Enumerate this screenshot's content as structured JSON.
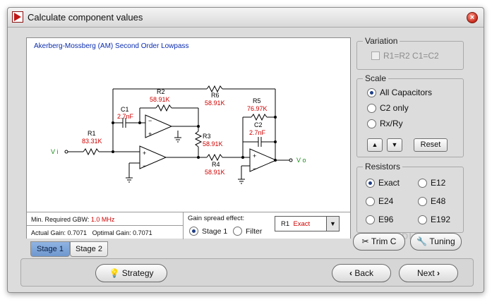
{
  "window": {
    "title": "Calculate component values"
  },
  "schematic": {
    "filter_title": "Akerberg-Mossberg (AM) Second Order Lowpass",
    "input_label": "V i",
    "output_label": "V o",
    "components": [
      {
        "name": "R1",
        "value": "83.31K"
      },
      {
        "name": "R2",
        "value": "58.91K"
      },
      {
        "name": "R6",
        "value": "58.91K"
      },
      {
        "name": "C1",
        "value": "2.7nF"
      },
      {
        "name": "R3",
        "value": "58.91K"
      },
      {
        "name": "R4",
        "value": "58.91K"
      },
      {
        "name": "R5",
        "value": "76.97K"
      },
      {
        "name": "C2",
        "value": "2.7nF"
      }
    ]
  },
  "info": {
    "min_gbw_label": "Min. Required GBW:",
    "min_gbw_value": "1.0 MHz",
    "actual_gain_label": "Actual Gain: 0.7071",
    "optimal_gain_label": "Optimal Gain: 0.7071"
  },
  "gain_spread": {
    "label": "Gain spread effect:",
    "options": [
      {
        "label": "Stage 1",
        "selected": true
      },
      {
        "label": "Filter",
        "selected": false
      }
    ]
  },
  "r1_select": {
    "name": "R1",
    "value": "Exact"
  },
  "stage_tabs": [
    {
      "label": "Stage 1",
      "active": true
    },
    {
      "label": "Stage 2",
      "active": false
    }
  ],
  "variation": {
    "title": "Variation",
    "checkbox_label": "R1=R2  C1=C2",
    "checked": false,
    "disabled": true
  },
  "scale": {
    "title": "Scale",
    "options": [
      {
        "label": "All Capacitors",
        "selected": true
      },
      {
        "label": "C2 only",
        "selected": false
      },
      {
        "label": "Rx/Ry",
        "selected": false
      }
    ],
    "up_glyph": "▲",
    "down_glyph": "▼",
    "reset_label": "Reset"
  },
  "resistors": {
    "title": "Resistors",
    "options": [
      {
        "label": "Exact",
        "selected": true
      },
      {
        "label": "E12",
        "selected": false
      },
      {
        "label": "E24",
        "selected": false
      },
      {
        "label": "E48",
        "selected": false
      },
      {
        "label": "E96",
        "selected": false
      },
      {
        "label": "E192",
        "selected": false
      }
    ]
  },
  "buttons": {
    "trim": "Trim C",
    "tuning": "Tuning",
    "strategy": "Strategy",
    "back": "Back",
    "next": "Next"
  },
  "watermark": "SOFTPEDIA",
  "colors": {
    "component_value": "#d00000",
    "filter_title": "#0a2cb0",
    "io_label": "#1a8a1a",
    "active_tab": "#7ea7dc"
  },
  "icons": {
    "app": "app-icon",
    "close": "close-icon",
    "strategy": "lightbulb-icon",
    "trim": "scissors-icon",
    "tuning": "wrench-icon",
    "back": "chevron-left-icon",
    "next": "chevron-right-icon"
  }
}
